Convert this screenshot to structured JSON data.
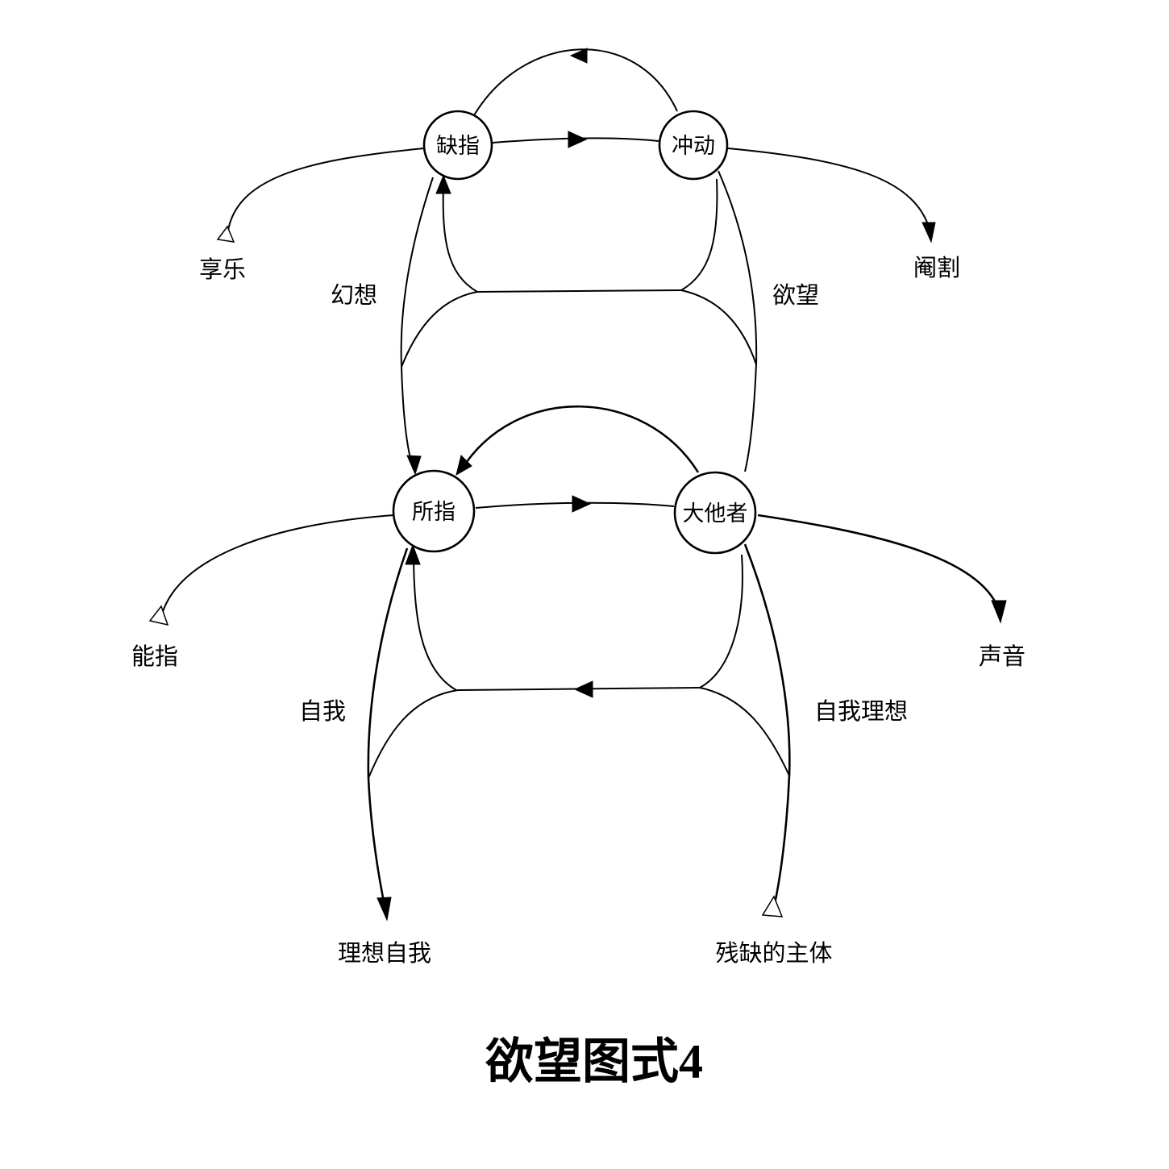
{
  "diagram": {
    "title": "欲望图式4",
    "nodes": {
      "lacking_signifier": "缺指",
      "drive": "冲动",
      "signified": "所指",
      "big_other": "大他者"
    },
    "labels": {
      "jouissance": "享乐",
      "castration": "阉割",
      "fantasy": "幻想",
      "desire": "欲望",
      "signifier": "能指",
      "voice": "声音",
      "ego": "自我",
      "ego_ideal": "自我理想",
      "ideal_ego": "理想自我",
      "barred_subject": "残缺的主体"
    },
    "colors": {
      "line": "#000000",
      "background": "#ffffff"
    }
  }
}
